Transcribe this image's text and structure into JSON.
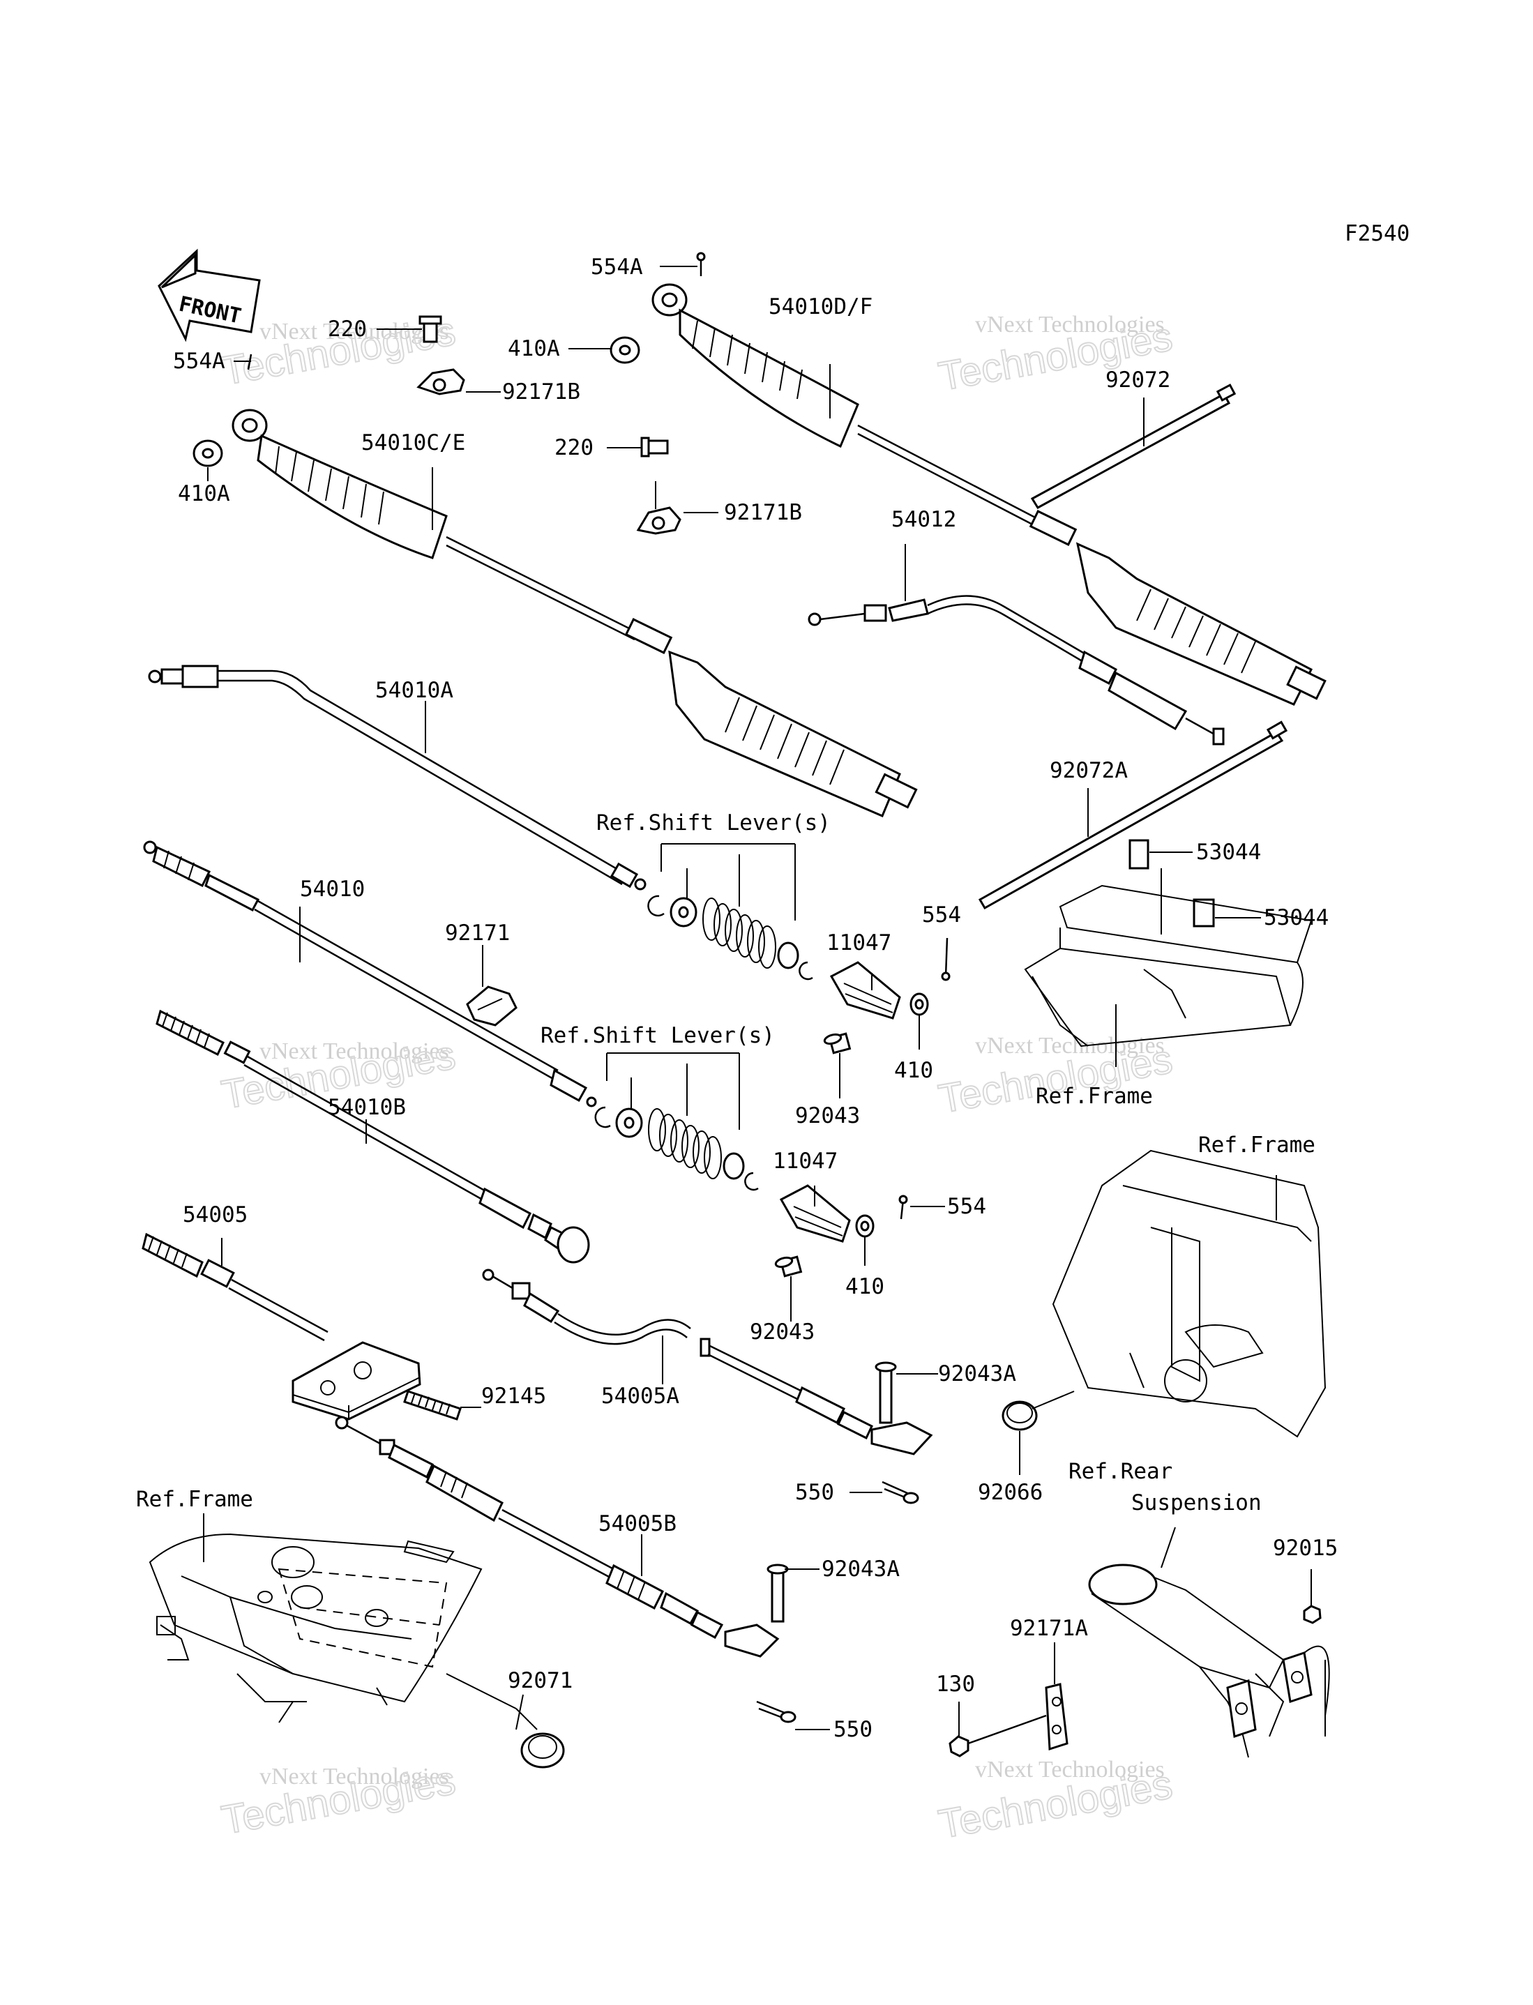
{
  "diagram_code": "F2540",
  "front_label": "FRONT",
  "watermark": {
    "line1": "vNext Technologies",
    "line2": "Technologies"
  },
  "labels": {
    "l_554A_top": "554A",
    "l_220_a": "220",
    "l_554A_left": "554A",
    "l_410A_mid": "410A",
    "l_92171B_a": "92171B",
    "l_54010DF": "54010D/F",
    "l_92072": "92072",
    "l_54010CE": "54010C/E",
    "l_220_b": "220",
    "l_92171B_b": "92171B",
    "l_410A_left": "410A",
    "l_54012": "54012",
    "l_54010A": "54010A",
    "l_92072A": "92072A",
    "l_refshift_1": "Ref.Shift Lever(s)",
    "l_53044_a": "53044",
    "l_53044_b": "53044",
    "l_54010": "54010",
    "l_92171": "92171",
    "l_11047_a": "11047",
    "l_554_a": "554",
    "l_410_a": "410",
    "l_92043_a": "92043",
    "l_refshift_2": "Ref.Shift Lever(s)",
    "l_refframe_1": "Ref.Frame",
    "l_54010B": "54010B",
    "l_11047_b": "11047",
    "l_554_b": "554",
    "l_410_b": "410",
    "l_92043_b": "92043",
    "l_refframe_2": "Ref.Frame",
    "l_54005": "54005",
    "l_92145": "92145",
    "l_54005A": "54005A",
    "l_92043A_a": "92043A",
    "l_550_a": "550",
    "l_92066": "92066",
    "l_refrear_1": "Ref.Rear",
    "l_refrear_2": "Suspension",
    "l_refframe_3": "Ref.Frame",
    "l_54005B": "54005B",
    "l_92043A_b": "92043A",
    "l_92015": "92015",
    "l_92171A": "92171A",
    "l_92071": "92071",
    "l_550_b": "550",
    "l_130": "130"
  }
}
